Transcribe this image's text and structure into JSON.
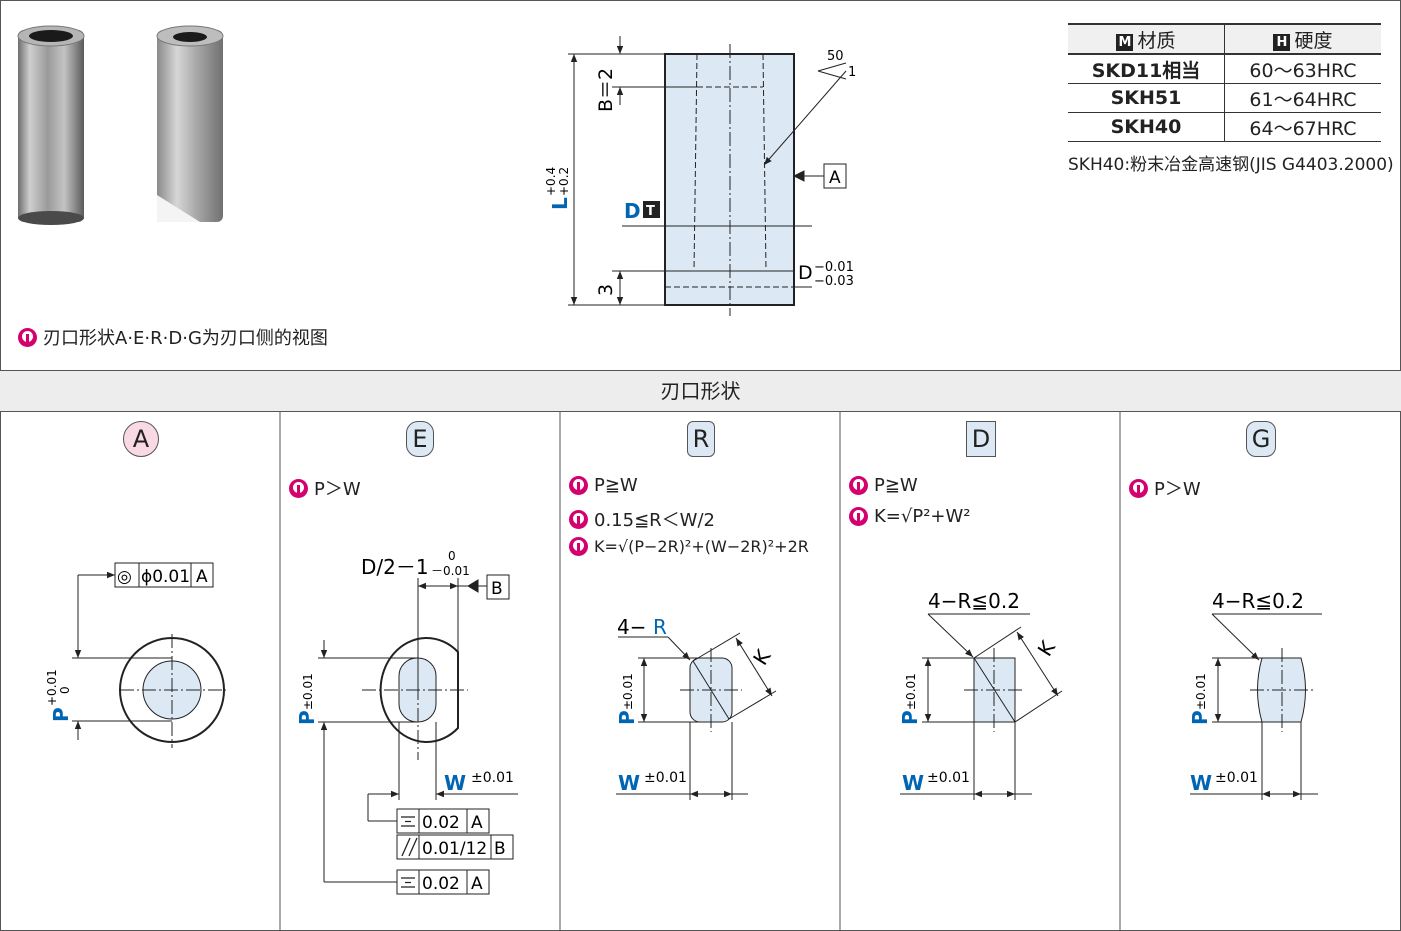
{
  "note_top": "刃口形状A·E·R·D·G为刃口侧的视图",
  "banner": "刃口形状",
  "materials": {
    "col_material": "材质",
    "col_hardness": "硬度",
    "icon_material": "M",
    "icon_hardness": "H",
    "rows": [
      {
        "material": "SKD11相当",
        "hardness": "60～63HRC"
      },
      {
        "material": "SKH51",
        "hardness": "61～64HRC"
      },
      {
        "material": "SKH40",
        "hardness": "64～67HRC"
      }
    ],
    "note": "SKH40:粉末冶金高速钢(JIS G4403.2000)"
  },
  "main_drawing": {
    "b_label": "B＝2",
    "l_label": "L",
    "l_tol_upper": "+0.4",
    "l_tol_lower": "+0.2",
    "d_label": "D",
    "t_icon": "T",
    "three": "3",
    "d_tol_label": "D",
    "d_tol_upper": "−0.01",
    "d_tol_lower": "−0.03",
    "angle_top": "50",
    "angle_bottom": "1",
    "datum": "A"
  },
  "shapes": {
    "A": {
      "label": "A",
      "tol_sym": "◎",
      "tol_val": "ϕ0.01",
      "tol_ref": "A",
      "p_label": "P",
      "p_upper": "+0.01",
      "p_lower": "0"
    },
    "E": {
      "label": "E",
      "note1": "P＞W",
      "dim_main": "D/2－1",
      "dim_upper": "0",
      "dim_lower": "－0.01",
      "datum": "B",
      "p_label": "P",
      "p_tol": "±0.01",
      "w_label": "W",
      "w_tol": "±0.01",
      "frame1_val": "0.02",
      "frame1_ref": "A",
      "frame2_val": "0.01/12",
      "frame2_ref": "B",
      "frame3_val": "0.02",
      "frame3_ref": "A"
    },
    "R": {
      "label": "R",
      "note1": "P≧W",
      "note2": "0.15≦R＜W/2",
      "note3": "K=√(P−2R)²+(W−2R)²+2R",
      "r_prefix": "4−",
      "r_label": "R",
      "k_label": "K",
      "p_label": "P",
      "p_tol": "±0.01",
      "w_label": "W",
      "w_tol": "±0.01"
    },
    "D": {
      "label": "D",
      "note1": "P≧W",
      "note2": "K=√P²+W²",
      "r_text": "4−R≦0.2",
      "k_label": "K",
      "p_label": "P",
      "p_tol": "±0.01",
      "w_label": "W",
      "w_tol": "±0.01"
    },
    "G": {
      "label": "G",
      "note1": "P＞W",
      "r_text": "4−R≦0.2",
      "p_label": "P",
      "p_tol": "±0.01",
      "w_label": "W",
      "w_tol": "±0.01"
    }
  },
  "colors": {
    "dim_blue": "#0066b3",
    "accent_pink": "#d4006e",
    "fill_light": "#dce9f5",
    "badge_pink": "#f9d9e4"
  }
}
